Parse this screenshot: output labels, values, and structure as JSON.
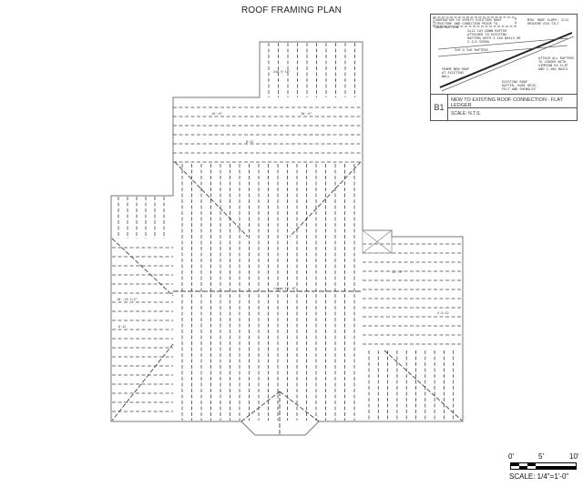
{
  "title": "ROOF FRAMING PLAN",
  "detail": {
    "number": "B1",
    "title": "NEW TO EXISTING ROOF CONNECTION - FLAT LEDGER",
    "scale": "SCALE: N.T.S.",
    "notes": [
      "CONTRACTOR TO VERIFY EXISTING ROOF STRUCTURE AND CONDITION PRIOR TO CONSTRUCTION",
      "MIN. ROOF SLOPE: 3/12 REQUIRE @10 TILT",
      "2x12 LAY DOWN RAFTER ATTACHED TO EXISTING RAFTERS WITH 2-16d NAILS OR 2-1/4 SCREW",
      "2x6 @ 2x6 RAFTERS",
      "ATTACH ALL RAFTERS TO LEDGER WITH SIMPSON H3 CLIP AND 2-16d NAILS",
      "FRAME NEW ROOF AT EXISTING WALL",
      "EXISTING ROOF RAFTER, ROOF DECK, FELT AND SHINGLES"
    ]
  },
  "scale_bar": {
    "ticks": [
      "0'",
      "5'",
      "10'"
    ],
    "caption": "SCALE: 1/4\"=1'-0\""
  },
  "plan_labels": {
    "top_rafters": "10'-6\"",
    "slope": "8:12",
    "center_ridge": "ridge 10'-0\"",
    "right_rafters": "12'-3\"",
    "right_slope": "4.5:12",
    "left_slope": "6:12",
    "left_rafters": "10'-10 1/2\"",
    "vertical_rafters": "2x8 @ 16\""
  }
}
